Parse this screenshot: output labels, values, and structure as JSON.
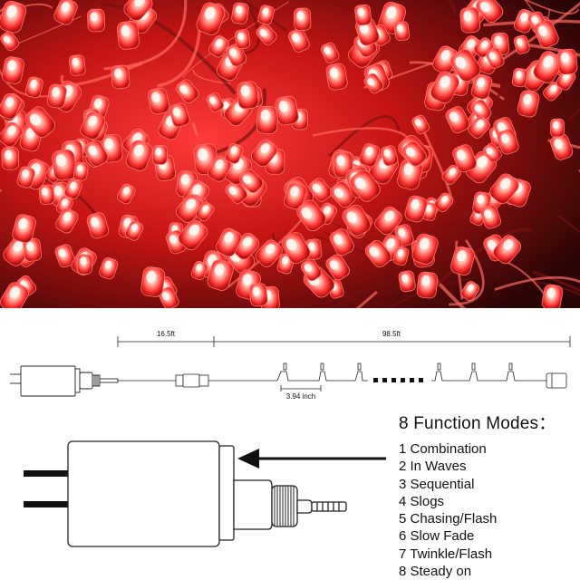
{
  "photo": {
    "subject": "red LED string lights"
  },
  "diagram": {
    "lead_length": "16.5ft",
    "light_length": "98.5ft",
    "bulb_spacing": "3.94 inch"
  },
  "modes": {
    "title": "8 Function Modes：",
    "items": [
      "1 Combination",
      "2 In Waves",
      "3 Sequential",
      "4 Slogs",
      "5 Chasing/Flash",
      "6 Slow Fade",
      "7 Twinkle/Flash",
      "8 Steady on"
    ]
  },
  "colors": {
    "led_red": "#ff2a2a",
    "background_dark": "#1a0505",
    "line": "#222222"
  }
}
